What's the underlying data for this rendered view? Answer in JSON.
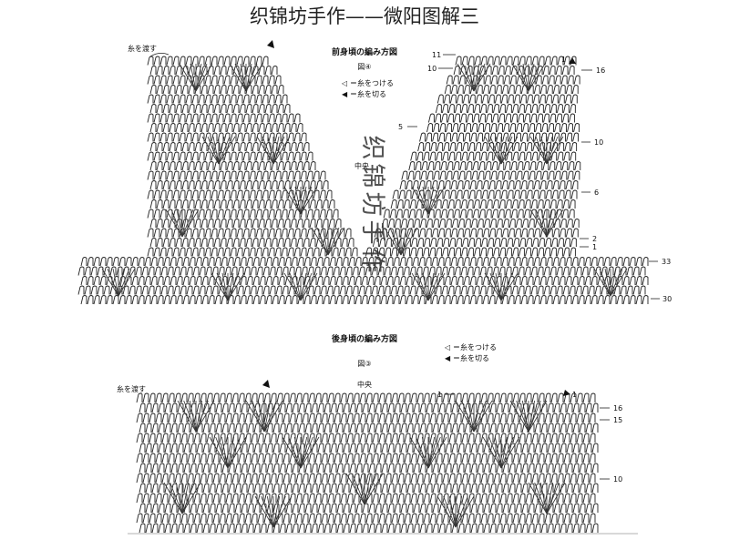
{
  "header": {
    "title": "织锦坊手作——微阳图解三"
  },
  "front": {
    "title": "前身頃の編み方図",
    "figure": "図④",
    "legend": [
      {
        "symbol": "◁",
        "text": "＝糸をつける"
      },
      {
        "symbol": "◀",
        "text": "＝糸を切る"
      }
    ],
    "thread_pass": "糸を渡す",
    "center": "中央",
    "row_labels": [
      "11",
      "10",
      "1",
      "16",
      "5",
      "10",
      "6",
      "2",
      "1",
      "33",
      "30"
    ]
  },
  "back": {
    "title": "後身頃の編み方図",
    "figure": "図③",
    "legend": [
      {
        "symbol": "◁",
        "text": "＝糸をつける"
      },
      {
        "symbol": "◀",
        "text": "＝糸を切る"
      }
    ],
    "thread_pass": "糸を渡す",
    "center": "中央",
    "row_labels": [
      "1",
      "1",
      "16",
      "15",
      "10"
    ]
  },
  "watermark": "织锦坊手作"
}
